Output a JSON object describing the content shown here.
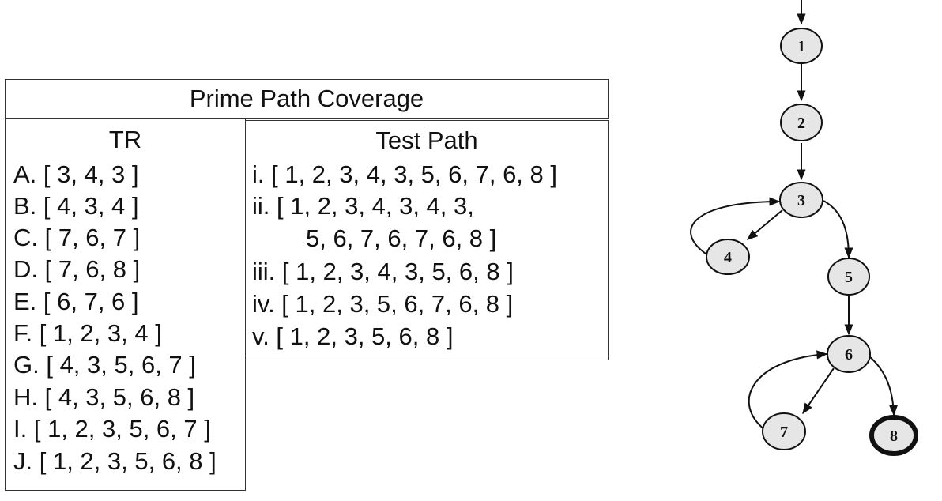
{
  "table": {
    "title": "Prime Path Coverage",
    "tr_header": "TR",
    "test_path_header": "Test Path",
    "tr_rows": [
      "A. [ 3, 4, 3 ]",
      "B. [ 4, 3, 4 ]",
      "C. [ 7, 6, 7 ]",
      "D. [ 7, 6, 8 ]",
      "E. [ 6, 7, 6 ]",
      "F. [ 1, 2, 3, 4 ]",
      "G. [ 4, 3, 5, 6, 7 ]",
      "H. [ 4, 3, 5, 6, 8 ]",
      "I. [ 1, 2, 3, 5, 6, 7 ]",
      "J. [ 1, 2, 3, 5, 6, 8 ]"
    ],
    "test_path_lines": [
      "i.  [ 1, 2, 3, 4, 3, 5, 6, 7, 6, 8 ]",
      "ii. [ 1, 2, 3, 4, 3, 4, 3,",
      "5, 6, 7, 6, 7, 6, 8 ]",
      "iii. [ 1, 2, 3, 4, 3, 5, 6, 8 ]",
      "iv. [ 1, 2, 3, 5, 6, 7, 6, 8 ]",
      "v.  [ 1, 2, 3, 5, 6, 8 ]"
    ]
  },
  "graph": {
    "nodes": [
      "1",
      "2",
      "3",
      "4",
      "5",
      "6",
      "7",
      "8"
    ],
    "initial_node": "1",
    "final_node": "8",
    "edges": [
      [
        "1",
        "2"
      ],
      [
        "2",
        "3"
      ],
      [
        "3",
        "4"
      ],
      [
        "4",
        "3"
      ],
      [
        "3",
        "5"
      ],
      [
        "5",
        "6"
      ],
      [
        "6",
        "7"
      ],
      [
        "7",
        "6"
      ],
      [
        "6",
        "8"
      ]
    ],
    "colors": {
      "node_fill": "#e6e6e6",
      "stroke": "#111111"
    }
  }
}
